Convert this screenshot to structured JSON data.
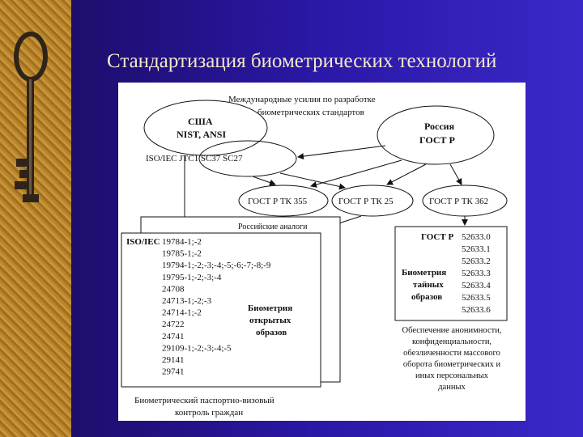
{
  "slide": {
    "title": "Стандартизация биометрических технологий"
  },
  "diagram": {
    "header": [
      "Международные усилия по разработке",
      "биометрических стандартов"
    ],
    "usa": [
      "США",
      "NIST, ANSI"
    ],
    "iso_line": "ISO/IEC JTC1 SC37  SC27",
    "russia": [
      "Россия",
      "ГОСТ Р"
    ],
    "tk": [
      "ГОСТ Р ТК 355",
      "ГОСТ Р ТК 25",
      "ГОСТ Р ТК 362"
    ],
    "russian_analog_label": "Российские аналоги",
    "iso_prefix": "ISO/IEC",
    "iso_items": [
      "19784-1;-2",
      "19785-1;-2",
      "19794-1;-2;-3;-4;-5;-6;-7;-8;-9",
      "19795-1;-2;-3;-4",
      "24708",
      "24713-1;-2;-3",
      "24714-1;-2",
      "24722",
      "24741",
      "29109-1;-2;-3;-4;-5",
      "29141",
      "29741"
    ],
    "open_label": [
      "Биометрия",
      "открытых",
      "образов"
    ],
    "passport_caption": [
      "Биометрический паспортно-визовый",
      "контроль граждан"
    ],
    "gost_prefix": "ГОСТ Р",
    "gost_items": [
      "52633.0",
      "52633.1",
      "52633.2",
      "52633.3",
      "52633.4",
      "52633.5",
      "52633.6"
    ],
    "secret_label": [
      "Биометрия",
      "тайных",
      "образов"
    ],
    "right_caption": [
      "Обеспечение анонимности,",
      "конфиденциальности,",
      "обезличенности массового",
      "оборота биометрических и",
      "иных персональных",
      "данных"
    ]
  }
}
